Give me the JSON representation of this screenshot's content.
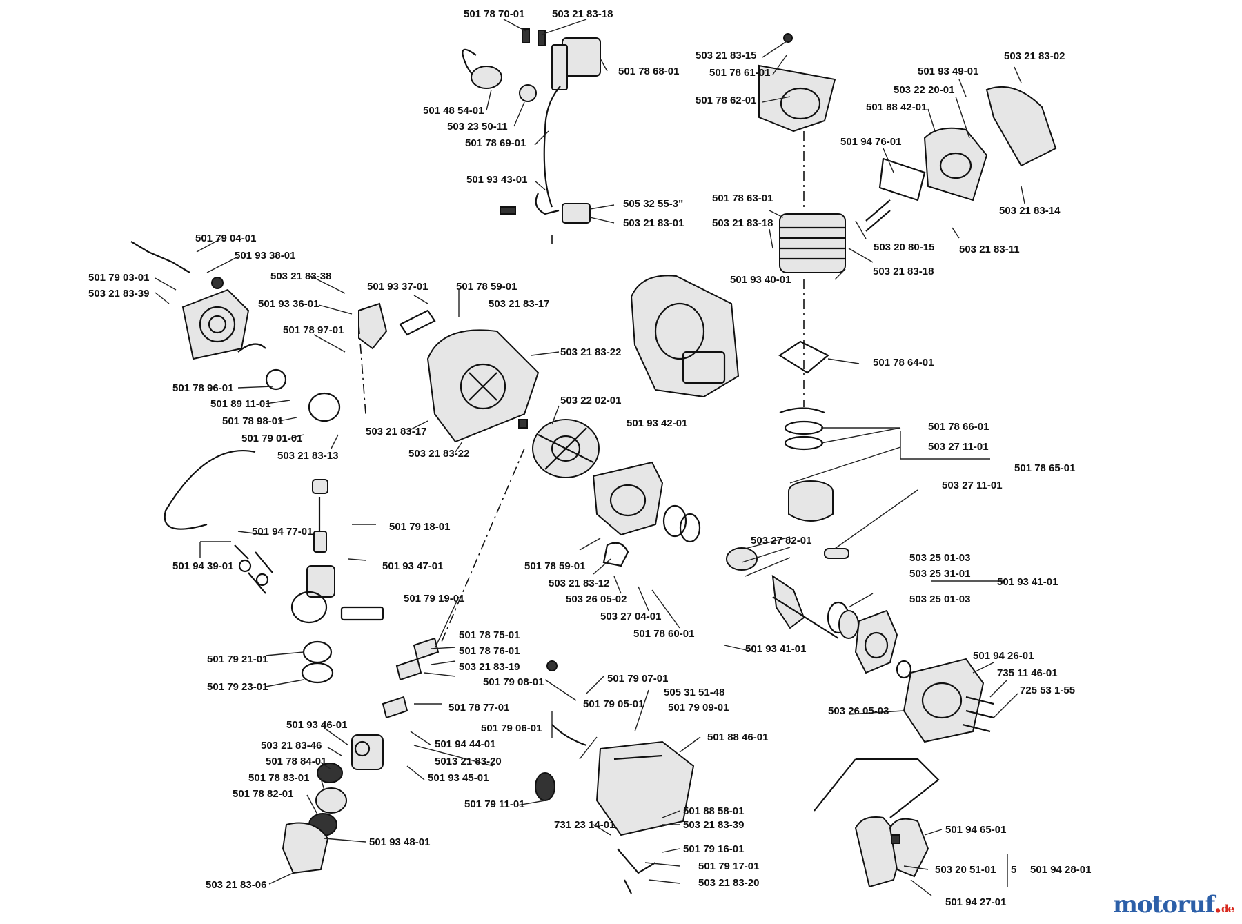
{
  "brand": {
    "name": "motoruf",
    "dot": ".",
    "tld": "de",
    "colors": {
      "blue": "#2c5fa8",
      "red": "#d8281d"
    }
  },
  "parts": {
    "p01": "501 78 70-01",
    "p02": "503 21 83-18",
    "p03": "501 78 68-01",
    "p04": "501 48 54-01",
    "p05": "503 23 50-11",
    "p06": "501 78 69-01",
    "p07": "501 93 43-01",
    "p08": "505 32 55-3\"",
    "p09": "503 21 83-01",
    "p10": "503 21 83-15",
    "p11": "501 78 61-01",
    "p12": "501 78 62-01",
    "p13": "503 21 83-02",
    "p14": "501 93 49-01",
    "p15": "503 22 20-01",
    "p16": "501 88 42-01",
    "p17": "501 94 76-01",
    "p18": "503 21 83-14",
    "p19": "501 78 63-01",
    "p20": "503 21 83-18",
    "p21": "503 20 80-15",
    "p22": "503 21 83-11",
    "p23": "503 21 83-18",
    "p24": "501 93 40-01",
    "p25": "501 79 04-01",
    "p26": "501 93 38-01",
    "p27": "501 79 03-01",
    "p28": "503 21 83-39",
    "p29": "503 21 83-38",
    "p30": "501 93 37-01",
    "p31": "501 78 59-01",
    "p32": "503 21 83-17",
    "p33": "501 93 36-01",
    "p34": "501 78 97-01",
    "p35": "503 21 83-22",
    "p36": "501 78 64-01",
    "p37": "501 78 96-01",
    "p38": "501 89 11-01",
    "p39": "501 78 98-01",
    "p40": "501 79 01-01",
    "p41": "503 21 83-13",
    "p42": "503 21  83-17",
    "p43": "503 21 83-22",
    "p44": "503 22 02-01",
    "p45": "501 93 42-01",
    "p46": "501 78 66-01",
    "p47": "503 27 11-01",
    "p48": "501 78 65-01",
    "p49": "503 27 11-01",
    "p50": "501 94 77-01",
    "p51": "501 79 18-01",
    "p52": "501 94 39-01",
    "p53": "501 93 47-01",
    "p54": "501 78 59-01",
    "p55": "503 21 83-12",
    "p56": "503 27 82-01",
    "p57": "503 25 01-03",
    "p58": "503 25 31-01",
    "p59": "501 93 41-01",
    "p60": "501 79 19-01",
    "p61": "503 26 05-02",
    "p62": "503 27 04-01",
    "p63": "501 78 60-01",
    "p64": "503 25 01-03",
    "p65": "501 78 75-01",
    "p66": "501 78 76-01",
    "p67": "503 21 83-19",
    "p68": "501 79 21-01",
    "p69": "501 79 08-01",
    "p70": "501 79 07-01",
    "p71": "501 78 77-01",
    "p72": "505 31 51-48",
    "p73": "501 79 09-01",
    "p74": "501 93 41-01",
    "p75": "501 94 26-01",
    "p76": "735 11 46-01",
    "p77": "725 53 1-55",
    "p78": "501 79 23-01",
    "p79": "501 79 05-01",
    "p80": "503 26 05-03",
    "p81": "501 93 46-01",
    "p82": "501 79 06-01",
    "p83": "501 88 46-01",
    "p84": "503 21 83-46",
    "p85": "501 94 44-01",
    "p86": "501 78 84-01",
    "p87": "5013 21 83-20",
    "p88": "501 78 83-01",
    "p89": "501 93 45-01",
    "p90": "501 78 82-01",
    "p91": "501 79 11-01",
    "p92": "501 88 58-01",
    "p93": "503 21 83-39",
    "p94": "731 23 14-01",
    "p95": "501 93 48-01",
    "p96": "501 79 16-01",
    "p97": "501 94 65-01",
    "p98": "501 79 17-01",
    "p99": "503 21 83-06",
    "p100": "503 21 83-20",
    "p101": "503 20 51-01",
    "p102": "501 94 28-01",
    "p103": "501 94 27-01",
    "p104": "5"
  }
}
